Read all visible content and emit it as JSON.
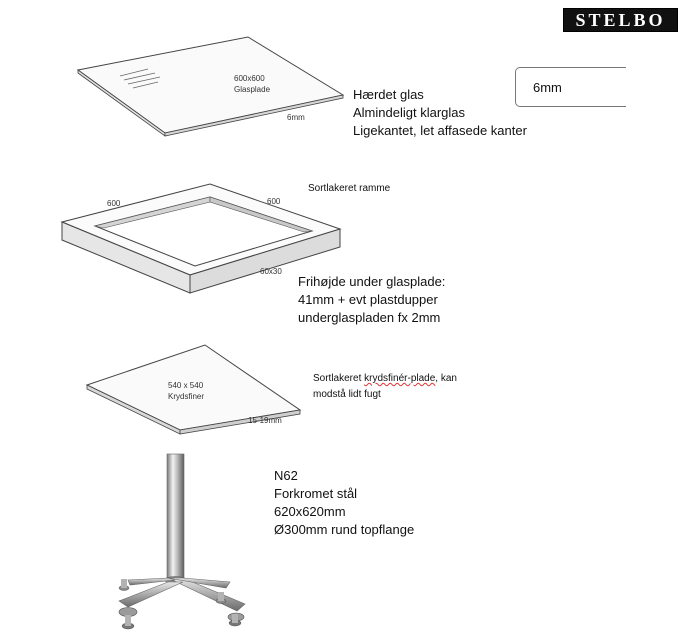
{
  "logo": {
    "text": "STELBO"
  },
  "glass": {
    "label_size": "600x600",
    "label_name": "Glasplade",
    "label_thickness": "6mm",
    "spec_lines": [
      "Hærdet glas",
      "Almindeligt klarglas",
      "Ligekantet, let affasede kanter"
    ],
    "thickness_box": "6mm"
  },
  "frame": {
    "title": "Sortlakeret ramme",
    "dim_left": "600",
    "dim_right": "600",
    "dim_profile": "60x30",
    "spec_lines": [
      "Frihøjde under glasplade:",
      "41mm + evt plastdupper",
      "underglaspladen fx 2mm"
    ]
  },
  "plywood": {
    "label_size": "540 x 540",
    "label_name": "Krydsfiner",
    "label_thickness": "15-19mm",
    "desc_line1_pre": "Sortlakeret ",
    "desc_line1_word": "krydsfinér-plade",
    "desc_line1_post": ", kan",
    "desc_line2": "modstå lidt fugt"
  },
  "base": {
    "spec_lines": [
      "N62",
      "Forkromet stål",
      "620x620mm",
      "Ø300mm rund topflange"
    ]
  }
}
